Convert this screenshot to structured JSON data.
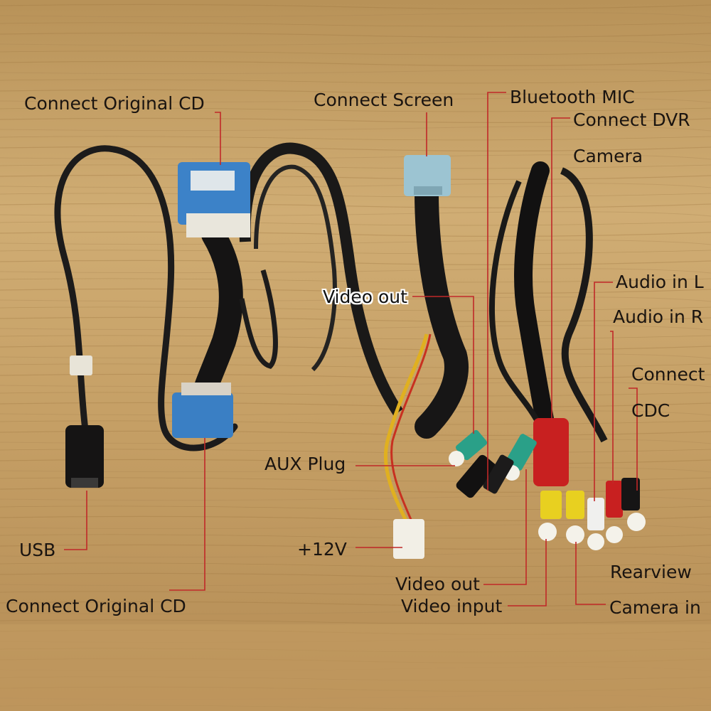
{
  "labels": {
    "connect_original_cd_top": "Connect Original CD",
    "connect_screen": "Connect Screen",
    "bluetooth_mic": "Bluetooth MIC",
    "connect_dvr": "Connect DVR",
    "camera": "Camera",
    "video_out_top": "Video out",
    "audio_in_l": "Audio in L",
    "audio_in_r": "Audio in R",
    "connect": "Connect",
    "cdc": "CDC",
    "aux_plug": "AUX Plug",
    "usb": "USB",
    "plus_12v": "+12V",
    "rearview": "Rearview",
    "video_out_bottom": "Video out",
    "video_input": "Video input",
    "camera_in": "Camera in",
    "connect_original_cd_bottom": "Connect Original CD"
  },
  "colors": {
    "wood_light": "#c9a56a",
    "wood_dark": "#a57e48",
    "cable": "#1c1b1b",
    "connector_blue": "#3c82c8",
    "connector_lightblue": "#9cc4d2",
    "rca_red": "#c82020",
    "rca_yellow": "#e8d020",
    "rca_white": "#eeeeee",
    "rca_teal": "#2aa088",
    "leader_line": "#c02828"
  }
}
